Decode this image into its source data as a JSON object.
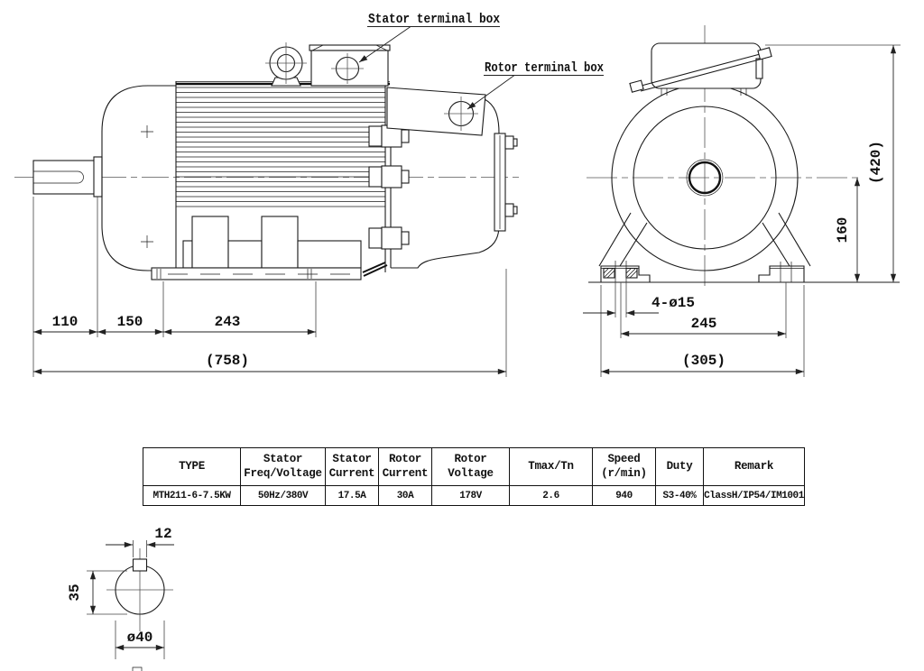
{
  "annotations": {
    "stator_terminal_box": "Stator terminal box",
    "rotor_terminal_box": "Rotor terminal box"
  },
  "dimensions": {
    "side_view": {
      "shaft_extension": "110",
      "front_section": "150",
      "foot_span": "243",
      "overall_length": "(758)"
    },
    "front_view": {
      "mounting_holes": "4-ø15",
      "hole_spacing": "245",
      "base_width": "(305)",
      "overall_height": "(420)",
      "shaft_center_height": "160"
    },
    "shaft_section": {
      "key_width": "12",
      "key_flat_height": "35",
      "shaft_diameter": "ø40"
    }
  },
  "spec_table": {
    "headers": [
      "TYPE",
      "Stator\nFreq/Voltage",
      "Stator\nCurrent",
      "Rotor\nCurrent",
      "Rotor\nVoltage",
      "Tmax/Tn",
      "Speed\n(r/min)",
      "Duty",
      "Remark"
    ],
    "row": [
      "MTH211-6-7.5KW",
      "50Hz/380V",
      "17.5A",
      "30A",
      "178V",
      "2.6",
      "940",
      "S3-40%",
      "ClassH/IP54/IM1001"
    ]
  }
}
